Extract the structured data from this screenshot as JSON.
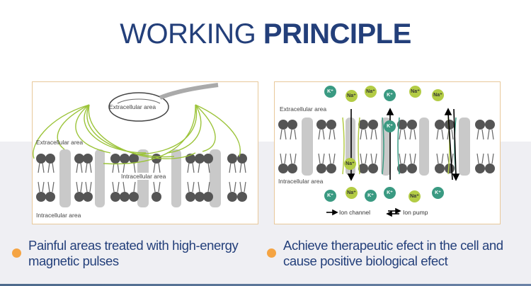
{
  "title": {
    "part1": "WORKING",
    "part2": "PRINCIPLE"
  },
  "colors": {
    "title": "#233f7a",
    "bullet": "#f5a443",
    "k_ion": "#3a9a82",
    "na_ion": "#b3cc45",
    "panel_border": "#e8c89a",
    "band": "#efeff3"
  },
  "left_panel": {
    "labels": {
      "device": "Extracellular area",
      "extracellular": "Extracellular area",
      "intracellular_mid": "Intracellular area",
      "intracellular": "Intracellular area"
    }
  },
  "right_panel": {
    "labels": {
      "extracellular": "Extracellular area",
      "intracellular": "Intracellular area"
    },
    "ions_top": [
      "K⁺",
      "Na⁺",
      "Na⁺",
      "K⁺",
      "Na⁺",
      "Na⁺"
    ],
    "ion_in_membrane_k": "K⁺",
    "ion_in_membrane_na": "Na⁺",
    "ions_bottom": [
      "K⁺",
      "Na⁺",
      "K⁺",
      "K⁺",
      "Na⁺",
      "K⁺"
    ],
    "legend": {
      "channel": "Ion channel",
      "pump": "Ion pump"
    }
  },
  "bullets": [
    {
      "text": "Painful areas treated with high-energy magnetic pulses"
    },
    {
      "text": "Achieve therapeutic efect in the cell and cause positive biological efect"
    }
  ]
}
